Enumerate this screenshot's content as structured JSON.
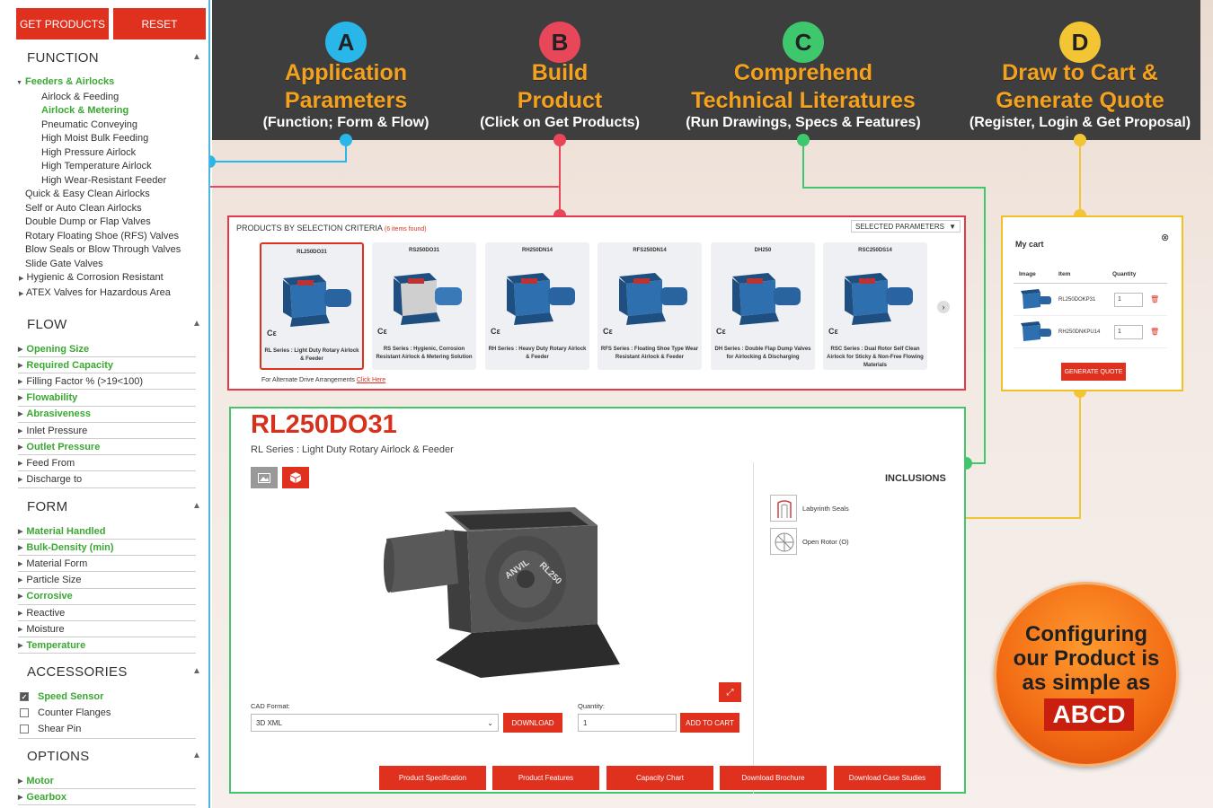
{
  "sidebar": {
    "get_products": "GET PRODUCTS",
    "reset": "RESET",
    "function_title": "FUNCTION",
    "function_tree": [
      {
        "label": "Feeders & Airlocks",
        "style": "green"
      },
      {
        "label": "Airlock & Feeding",
        "style": "child"
      },
      {
        "label": "Airlock & Metering",
        "style": "childgreen"
      },
      {
        "label": "Pneumatic Conveying",
        "style": "child"
      },
      {
        "label": "High Moist Bulk Feeding",
        "style": "child"
      },
      {
        "label": "High Pressure Airlock",
        "style": "child"
      },
      {
        "label": "High Temperature Airlock",
        "style": "child"
      },
      {
        "label": "High Wear-Resistant Feeder",
        "style": "child"
      },
      {
        "label": "Quick & Easy Clean Airlocks",
        "style": "plain"
      },
      {
        "label": "Self or Auto Clean Airlocks",
        "style": "plain"
      },
      {
        "label": "Double Dump or Flap Valves",
        "style": "plain"
      },
      {
        "label": "Rotary Floating Shoe (RFS) Valves",
        "style": "plain"
      },
      {
        "label": "Blow Seals or Blow Through Valves",
        "style": "plain"
      },
      {
        "label": "Slide Gate Valves",
        "style": "plain"
      },
      {
        "label": "Hygienic & Corrosion Resistant",
        "style": "tri"
      },
      {
        "label": "ATEX Valves for Hazardous Area",
        "style": "tri"
      }
    ],
    "flow_title": "FLOW",
    "flow_items": [
      {
        "label": "Opening Size",
        "green": true
      },
      {
        "label": "Required Capacity",
        "green": true
      },
      {
        "label": "Filling Factor % (>19<100)",
        "green": false
      },
      {
        "label": "Flowability",
        "green": true
      },
      {
        "label": "Abrasiveness",
        "green": true
      },
      {
        "label": "Inlet Pressure",
        "green": false
      },
      {
        "label": "Outlet Pressure",
        "green": true
      },
      {
        "label": "Feed From",
        "green": false
      },
      {
        "label": "Discharge to",
        "green": false
      }
    ],
    "form_title": "FORM",
    "form_items": [
      {
        "label": "Material Handled",
        "green": true
      },
      {
        "label": "Bulk-Density (min)",
        "green": true
      },
      {
        "label": "Material Form",
        "green": false
      },
      {
        "label": "Particle Size",
        "green": false
      },
      {
        "label": "Corrosive",
        "green": true
      },
      {
        "label": "Reactive",
        "green": false
      },
      {
        "label": "Moisture",
        "green": false
      },
      {
        "label": "Temperature",
        "green": true
      }
    ],
    "accessories_title": "ACCESSORIES",
    "accessories": [
      {
        "label": "Speed Sensor",
        "checked": true
      },
      {
        "label": "Counter Flanges",
        "checked": false
      },
      {
        "label": "Shear Pin",
        "checked": false
      }
    ],
    "options_title": "OPTIONS",
    "options_items": [
      {
        "label": "Motor",
        "green": true
      },
      {
        "label": "Gearbox",
        "green": true
      }
    ]
  },
  "banner": {
    "steps": [
      {
        "letter": "A",
        "color": "#29b6e8",
        "title1": "Application",
        "title2": "Parameters",
        "sub": "(Function; Form & Flow)"
      },
      {
        "letter": "B",
        "color": "#e8475a",
        "title1": "Build",
        "title2": "Product",
        "sub": "(Click on Get Products)"
      },
      {
        "letter": "C",
        "color": "#3ec76c",
        "title1": "Comprehend",
        "title2": "Technical Literatures",
        "sub": "(Run Drawings, Specs & Features)"
      },
      {
        "letter": "D",
        "color": "#f1c534",
        "title1": "Draw to Cart &",
        "title2": "Generate Quote",
        "sub": "(Register, Login & Get Proposal)"
      }
    ]
  },
  "products_panel": {
    "title": "PRODUCTS BY SELECTION CRITERIA",
    "count": "(6 items found)",
    "selected_parameters": "SELECTED PARAMETERS",
    "cards": [
      {
        "code": "RL250DO31",
        "desc": "RL Series : Light Duty Rotary Airlock & Feeder",
        "selected": true
      },
      {
        "code": "RS250DO31",
        "desc": "RS Series : Hygienic, Corrosion Resistant Airlock & Metering Solution",
        "selected": false
      },
      {
        "code": "RH250DN14",
        "desc": "RH Series : Heavy Duty Rotary Airlock & Feeder",
        "selected": false
      },
      {
        "code": "RFS250DN14",
        "desc": "RFS Series : Floating Shoe Type Wear Resistant Airlock & Feeder",
        "selected": false
      },
      {
        "code": "DH250",
        "desc": "DH Series : Double Flap Dump Valves for Airlocking & Discharging",
        "selected": false
      },
      {
        "code": "RSC250DS14",
        "desc": "RSC Series : Dual Rotor Self Clean Airlock for Sticky & Non-Free Flowing Materials",
        "selected": false
      }
    ],
    "alt_text": "For Alternate Drive Arrangements",
    "alt_link": "Click Here"
  },
  "detail": {
    "code": "RL250DO31",
    "series": "RL Series : Light Duty Rotary Airlock & Feeder",
    "inclusions_title": "INCLUSIONS",
    "inclusions": [
      "Labyrinth Seals",
      "Open Rotor (O)"
    ],
    "model_label": "ANVIL",
    "model_code": "RL250",
    "cad_label": "CAD Format:",
    "cad_value": "3D XML",
    "download": "DOWNLOAD",
    "qty_label": "Quantity:",
    "qty_value": "1",
    "add_to_cart": "ADD TO CART",
    "buttons": [
      "Product Specification",
      "Product Features",
      "Capacity Chart",
      "Download Brochure",
      "Download Case Studies"
    ]
  },
  "cart": {
    "title": "My cart",
    "col_image": "Image",
    "col_item": "Item",
    "col_qty": "Quantity",
    "items": [
      {
        "code": "RL250DOKP31",
        "qty": "1"
      },
      {
        "code": "RH250DNKPU14",
        "qty": "1"
      }
    ],
    "generate": "GENERATE QUOTE"
  },
  "promo": {
    "line1": "Configuring",
    "line2": "our Product is",
    "line3": "as simple as",
    "highlight": "ABCD"
  }
}
